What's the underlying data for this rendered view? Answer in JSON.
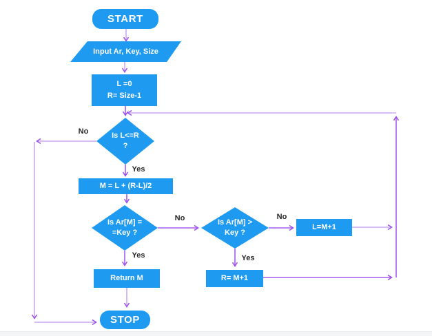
{
  "flowchart": {
    "nodes": {
      "start": {
        "label": "START"
      },
      "input": {
        "label": "Input Ar, Key, Size"
      },
      "init": {
        "line1": "L =0",
        "line2": "R= Size-1"
      },
      "cond_loop": {
        "line1": "Is L<=R",
        "line2": "?"
      },
      "mid": {
        "label": "M = L + (R-L)/2"
      },
      "cond_eq": {
        "line1": "Is Ar[M] =",
        "line2": "=Key ?"
      },
      "return_m": {
        "label": "Return M"
      },
      "stop": {
        "label": "STOP"
      },
      "cond_gt": {
        "line1": "Is Ar[M] >",
        "line2": "Key ?"
      },
      "left_update": {
        "label": "L=M+1"
      },
      "right_update": {
        "label": "R= M+1"
      }
    },
    "edge_labels": {
      "loop_no": "No",
      "loop_yes": "Yes",
      "eq_no": "No",
      "eq_yes": "Yes",
      "gt_no": "No",
      "gt_yes": "Yes"
    },
    "colors": {
      "node_fill": "#1e9bf0",
      "node_text": "#ffffff",
      "arrow_light": "#cda5f4",
      "arrow_medium": "#a55cf0",
      "arrow_head": "#9b4fe8",
      "label_text": "#252525"
    }
  }
}
